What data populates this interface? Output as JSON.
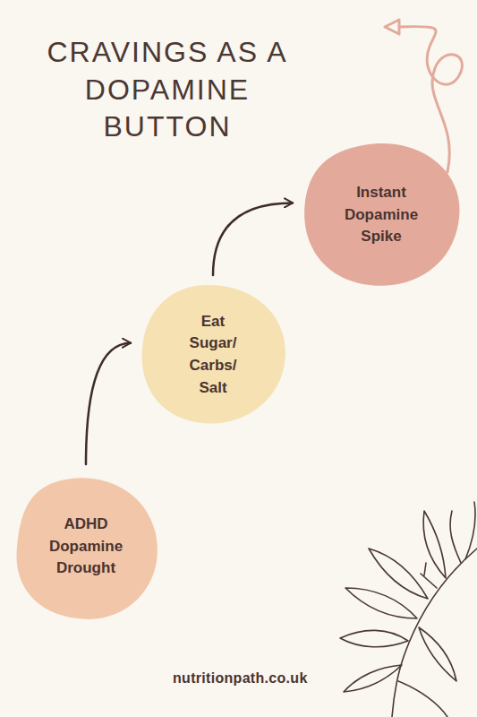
{
  "diagram": {
    "title": "CRAVINGS AS A DOPAMINE BUTTON",
    "nodes": [
      {
        "text": [
          "ADHD Dopamine Drought"
        ]
      },
      {
        "text": [
          "Eat Sugar/ Carbs/ Salt"
        ]
      },
      {
        "text": [
          "Instant Dopamine Spike"
        ]
      }
    ],
    "edges": [
      {
        "from": 0,
        "to": 1,
        "arrow": "to"
      },
      {
        "from": 1,
        "to": 2,
        "arrow": "to"
      }
    ],
    "labels": [
      "nutritionpath.co.uk"
    ]
  }
}
